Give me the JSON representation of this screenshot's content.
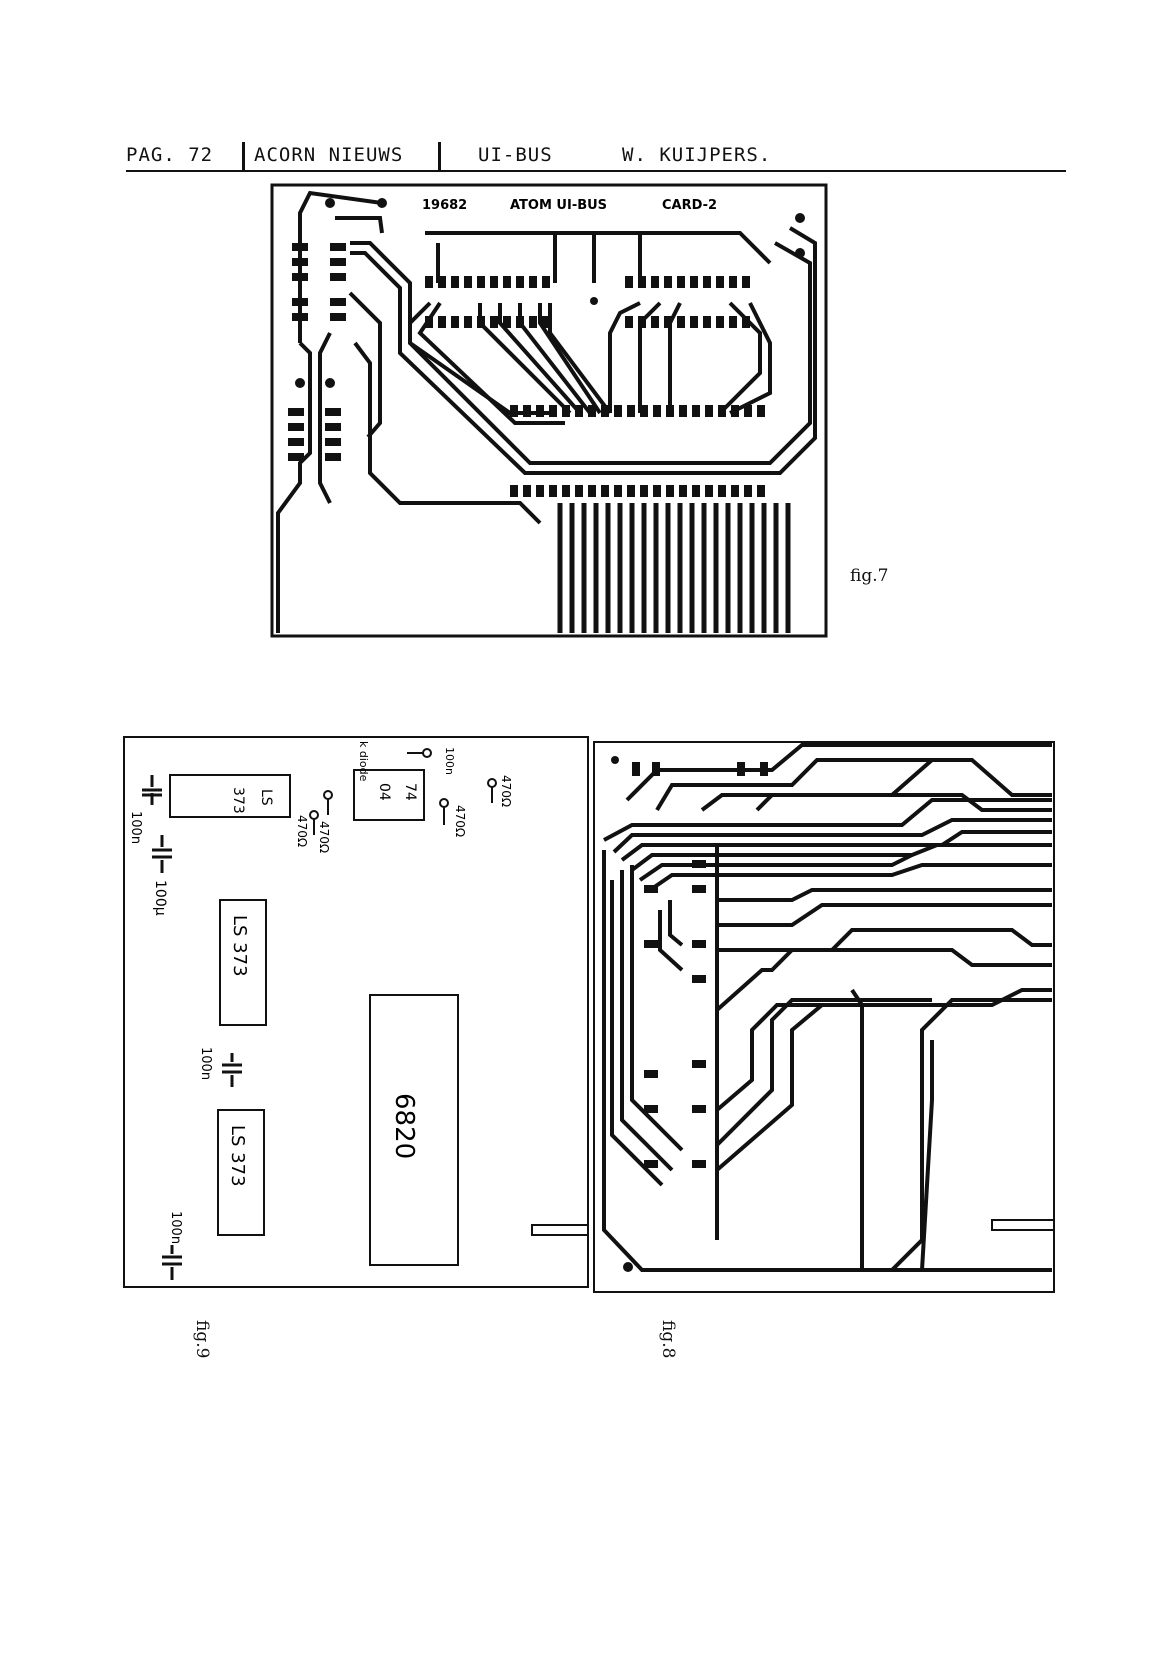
{
  "header": {
    "page": "PAG. 72",
    "magazine": "ACORN NIEUWS",
    "topic": "UI-BUS",
    "author": "W. KUIJPERS."
  },
  "fig7": {
    "board_label_code": "19682",
    "board_label_title": "ATOM UI-BUS",
    "board_label_card": "CARD-2",
    "caption": "fig.7"
  },
  "fig9": {
    "caption": "fig.9",
    "components": {
      "ic_ls373_small_a": "LS",
      "ic_ls373_small_b": "373",
      "ic_74_a": "74",
      "ic_74_b": "04",
      "ic_ls373_1": "LS 373",
      "ic_ls373_2": "LS 373",
      "ic_6820": "6820",
      "cap_100n_top": "100n",
      "cap_100u": "100μ",
      "cap_100n_mid": "100n",
      "cap_100n_bottom": "100n",
      "res_470_a": "470Ω",
      "res_470_b": "470Ω",
      "res_470_c": "470Ω",
      "res_470_d": "470Ω",
      "cap_100n_right": "100n",
      "diode_label": "k diode"
    }
  },
  "fig8": {
    "caption": "fig.8"
  }
}
